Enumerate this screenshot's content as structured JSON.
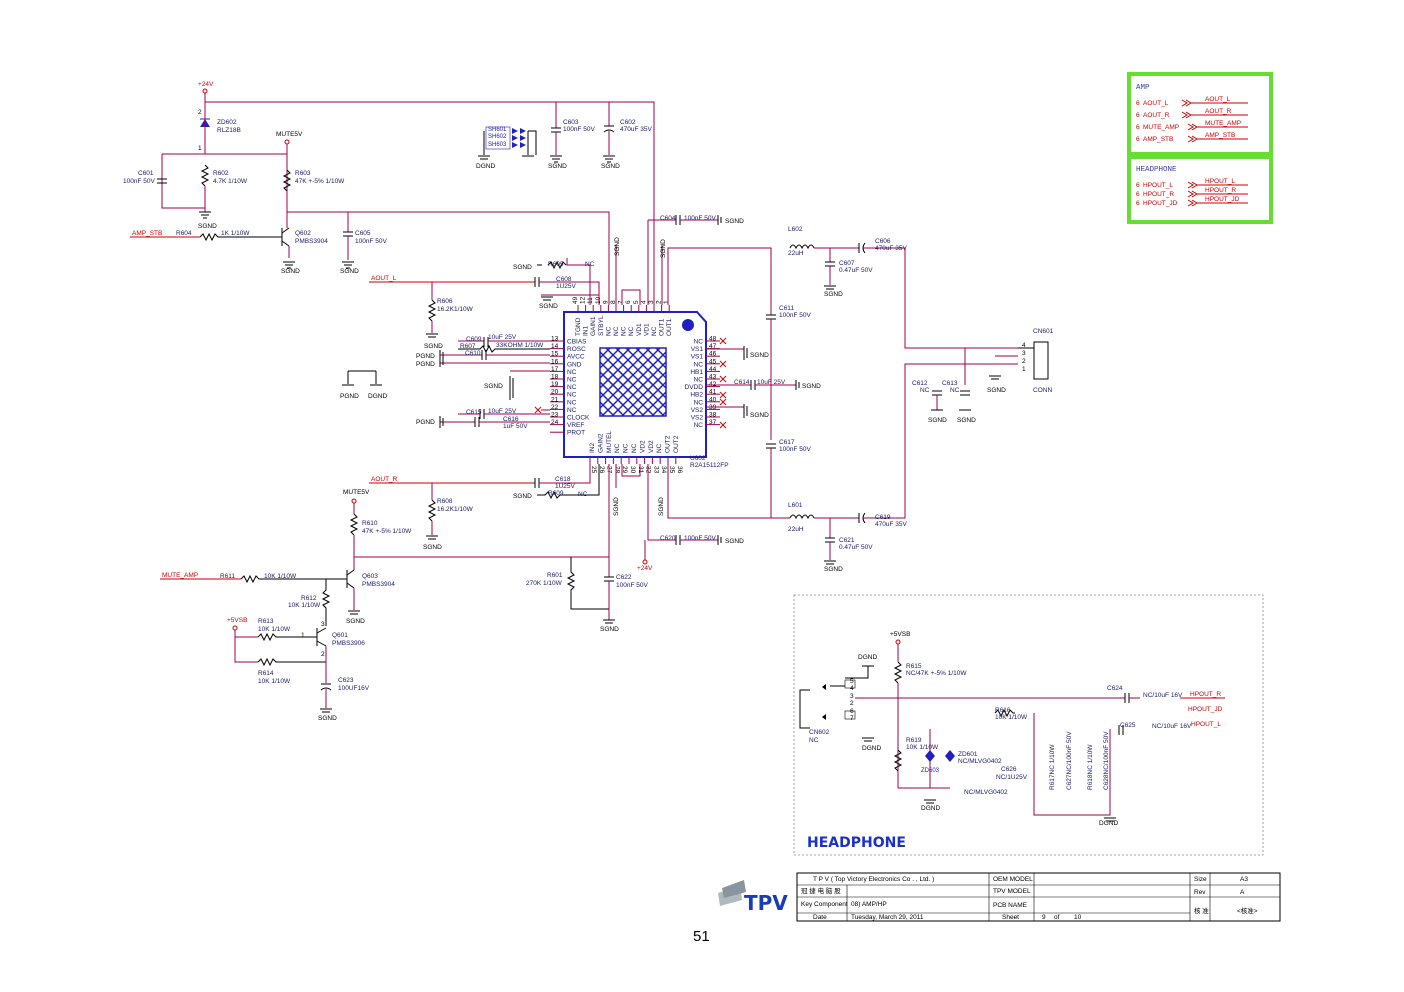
{
  "page_number": "51",
  "ic": {
    "ref": "U602",
    "part": "R2A15112FP",
    "left_pins": [
      {
        "num": "13",
        "name": "CBIAS"
      },
      {
        "num": "14",
        "name": "ROSC"
      },
      {
        "num": "15",
        "name": "AVCC"
      },
      {
        "num": "16",
        "name": "GND"
      },
      {
        "num": "17",
        "name": "NC"
      },
      {
        "num": "18",
        "name": "NC"
      },
      {
        "num": "19",
        "name": "NC"
      },
      {
        "num": "20",
        "name": "NC"
      },
      {
        "num": "21",
        "name": "NC"
      },
      {
        "num": "22",
        "name": "NC"
      },
      {
        "num": "23",
        "name": "CLOCK"
      },
      {
        "num": "24",
        "name": "VREF"
      },
      {
        "num": "",
        "name": "PROT"
      }
    ],
    "right_pins": [
      {
        "num": "48",
        "name": "NC"
      },
      {
        "num": "47",
        "name": "VS1"
      },
      {
        "num": "46",
        "name": "VS1"
      },
      {
        "num": "45",
        "name": "NC"
      },
      {
        "num": "44",
        "name": "HB1"
      },
      {
        "num": "43",
        "name": "NC"
      },
      {
        "num": "42",
        "name": "DVDD"
      },
      {
        "num": "41",
        "name": "HB2"
      },
      {
        "num": "40",
        "name": "NC"
      },
      {
        "num": "39",
        "name": "VS2"
      },
      {
        "num": "38",
        "name": "VS2"
      },
      {
        "num": "37",
        "name": "NC"
      }
    ],
    "top_pins": [
      "TGND",
      "IN1",
      "GAIN1",
      "STBYL",
      "NC",
      "NC",
      "NC",
      "NC",
      "VD1",
      "VD1",
      "NC",
      "OUT1",
      "OUT1"
    ],
    "top_nums": [
      "49",
      "12",
      "11",
      "10",
      "9",
      "8",
      "7",
      "6",
      "5",
      "4",
      "3",
      "2",
      "1"
    ],
    "bottom_pins": [
      "IN2",
      "GAIN2",
      "MUTEL",
      "NC",
      "NC",
      "NC",
      "VD2",
      "VD2",
      "NC",
      "OUT2",
      "OUT2"
    ],
    "bottom_nums": [
      "25",
      "26",
      "27",
      "28",
      "29",
      "30",
      "31",
      "32",
      "33",
      "34",
      "35",
      "36"
    ]
  },
  "nets": {
    "p24v": "+24V",
    "mute5v": "MUTE5V",
    "sgnd": "SGND",
    "pgnd": "PGND",
    "dgnd": "DGND",
    "amp_stb": "AMP_STB",
    "aout_l": "AOUT_L",
    "aout_r": "AOUT_R",
    "mute_amp": "MUTE_AMP",
    "p5vsb": "+5VSB",
    "hpout_r": "HPOUT_R",
    "hpout_jd": "HPOUT_JD",
    "hpout_l": "HPOUT_L",
    "nc": "NC"
  },
  "parts": {
    "zd602": [
      "ZD602",
      "RLZ18B"
    ],
    "c601": [
      "C601",
      "100nF 50V"
    ],
    "r602": [
      "R602",
      "4.7K 1/10W"
    ],
    "r603": [
      "R603",
      "47K +-5% 1/10W"
    ],
    "q602": [
      "Q602",
      "PMBS3904"
    ],
    "r604": [
      "R604",
      "1K 1/10W"
    ],
    "c605": [
      "C605",
      "100nF 50V"
    ],
    "c603": [
      "C603",
      "100nF 50V"
    ],
    "c602": [
      "C602",
      "470uF 35V"
    ],
    "sh": [
      "SH601",
      "SH602",
      "SH603"
    ],
    "c604": [
      "C604",
      "100nF 50V"
    ],
    "r605": [
      "R605",
      "NC"
    ],
    "c608": [
      "C608",
      "1U25V"
    ],
    "r606": [
      "R606",
      "16.2K1/10W"
    ],
    "c609": [
      "C609",
      "10uF 25V"
    ],
    "r607": [
      "R607",
      "33KOHM 1/10W"
    ],
    "c610": [
      "C610"
    ],
    "c615": [
      "C615",
      "10uF 25V"
    ],
    "c616": [
      "C616",
      "1uF 50V"
    ],
    "l602": [
      "L602",
      "22uH"
    ],
    "c606": [
      "C606",
      "470uF 35V"
    ],
    "c607": [
      "C607",
      "0.47uF 50V"
    ],
    "c611": [
      "C611",
      "100nF 50V"
    ],
    "c614": [
      "C614",
      "10uF 25V"
    ],
    "c617": [
      "C617",
      "100nF 50V"
    ],
    "l601": [
      "L601",
      "22uH"
    ],
    "c619": [
      "C619",
      "470uF 35V"
    ],
    "c621": [
      "C621",
      "0.47uF 50V"
    ],
    "c620": [
      "C620",
      "100nF 50V"
    ],
    "c612": [
      "C612",
      "NC"
    ],
    "c613": [
      "C613",
      "NC"
    ],
    "cn601": [
      "CN601",
      "CONN"
    ],
    "c618": [
      "C618",
      "1U25V"
    ],
    "r609": [
      "R609",
      "NC"
    ],
    "r608": [
      "R608",
      "16.2K1/10W"
    ],
    "r610": [
      "R610",
      "47K +-5% 1/10W"
    ],
    "r611": [
      "R611",
      "10K 1/10W"
    ],
    "q603": [
      "Q603",
      "PMBS3904"
    ],
    "r612": [
      "R612",
      "10K 1/10W"
    ],
    "r613": [
      "R613",
      "10K 1/10W"
    ],
    "q601": [
      "Q601",
      "PMBS3906"
    ],
    "r614": [
      "R614",
      "10K 1/10W"
    ],
    "c623": [
      "C623",
      "100UF16V"
    ],
    "r601": [
      "R601",
      "270K 1/10W"
    ],
    "c622": [
      "C622",
      "100nF 50V"
    ]
  },
  "offpage": {
    "amp_title": "AMP",
    "amp_rows": [
      {
        "pg": "6",
        "name": "AOUT_L",
        "net": "AOUT_L"
      },
      {
        "pg": "6",
        "name": "AOUT_R",
        "net": "AOUT_R"
      },
      {
        "pg": "6",
        "name": "MUTE_AMP",
        "net": "MUTE_AMP"
      },
      {
        "pg": "6",
        "name": "AMP_STB",
        "net": "AMP_STB"
      }
    ],
    "hp_title": "HEADPHONE",
    "hp_rows": [
      {
        "pg": "6",
        "name": "HPOUT_L",
        "net": "HPOUT_L"
      },
      {
        "pg": "6",
        "name": "HPOUT_R",
        "net": "HPOUT_R"
      },
      {
        "pg": "6",
        "name": "HPOUT_JD",
        "net": "HPOUT_JD"
      }
    ]
  },
  "headphone": {
    "title": "HEADPHONE",
    "r615": [
      "R615",
      "NC/47K +-5% 1/10W"
    ],
    "r616": [
      "R616",
      "10K 1/10W"
    ],
    "r619": [
      "R619",
      "10K 1/10W"
    ],
    "zd601": [
      "ZD601",
      "NC/MLVG0402"
    ],
    "zd603": "ZD603",
    "c626": [
      "C626",
      "NC/1U25V"
    ],
    "nc_mlvg": "NC/MLVG0402",
    "c624": [
      "C624",
      "NC/10uF 16V"
    ],
    "c625": [
      "C625",
      "NC/10uF 16V"
    ],
    "cn602": [
      "CN602",
      "NC"
    ],
    "vert_labels": [
      "R617NC 1/10W",
      "C627NC/100nF 50V",
      "R618NC 1/10W",
      "C628NC/100nF 50V"
    ]
  },
  "title_block": {
    "company": "T P V  ( Top  Victory  Electronics  Co . ,  Ltd. )",
    "oem_model": "OEM MODEL",
    "tpv_model": "TPV MODEL",
    "pcb_name": "PCB NAME",
    "key_component": "Key Component",
    "schematic": "08) AMP/HP",
    "date_label": "Date",
    "date": "Tuesday, March 29, 2011",
    "sheet_label": "Sheet",
    "sheet": "9",
    "of": "of",
    "total": "10",
    "size_label": "Size",
    "size": "A3",
    "rev_label": "Rev",
    "rev": "A",
    "cn_title": "冠 捷 电 脑 股",
    "cn_approve": "核 准",
    "cn_date": "<核准>",
    "logo": "TPV"
  }
}
